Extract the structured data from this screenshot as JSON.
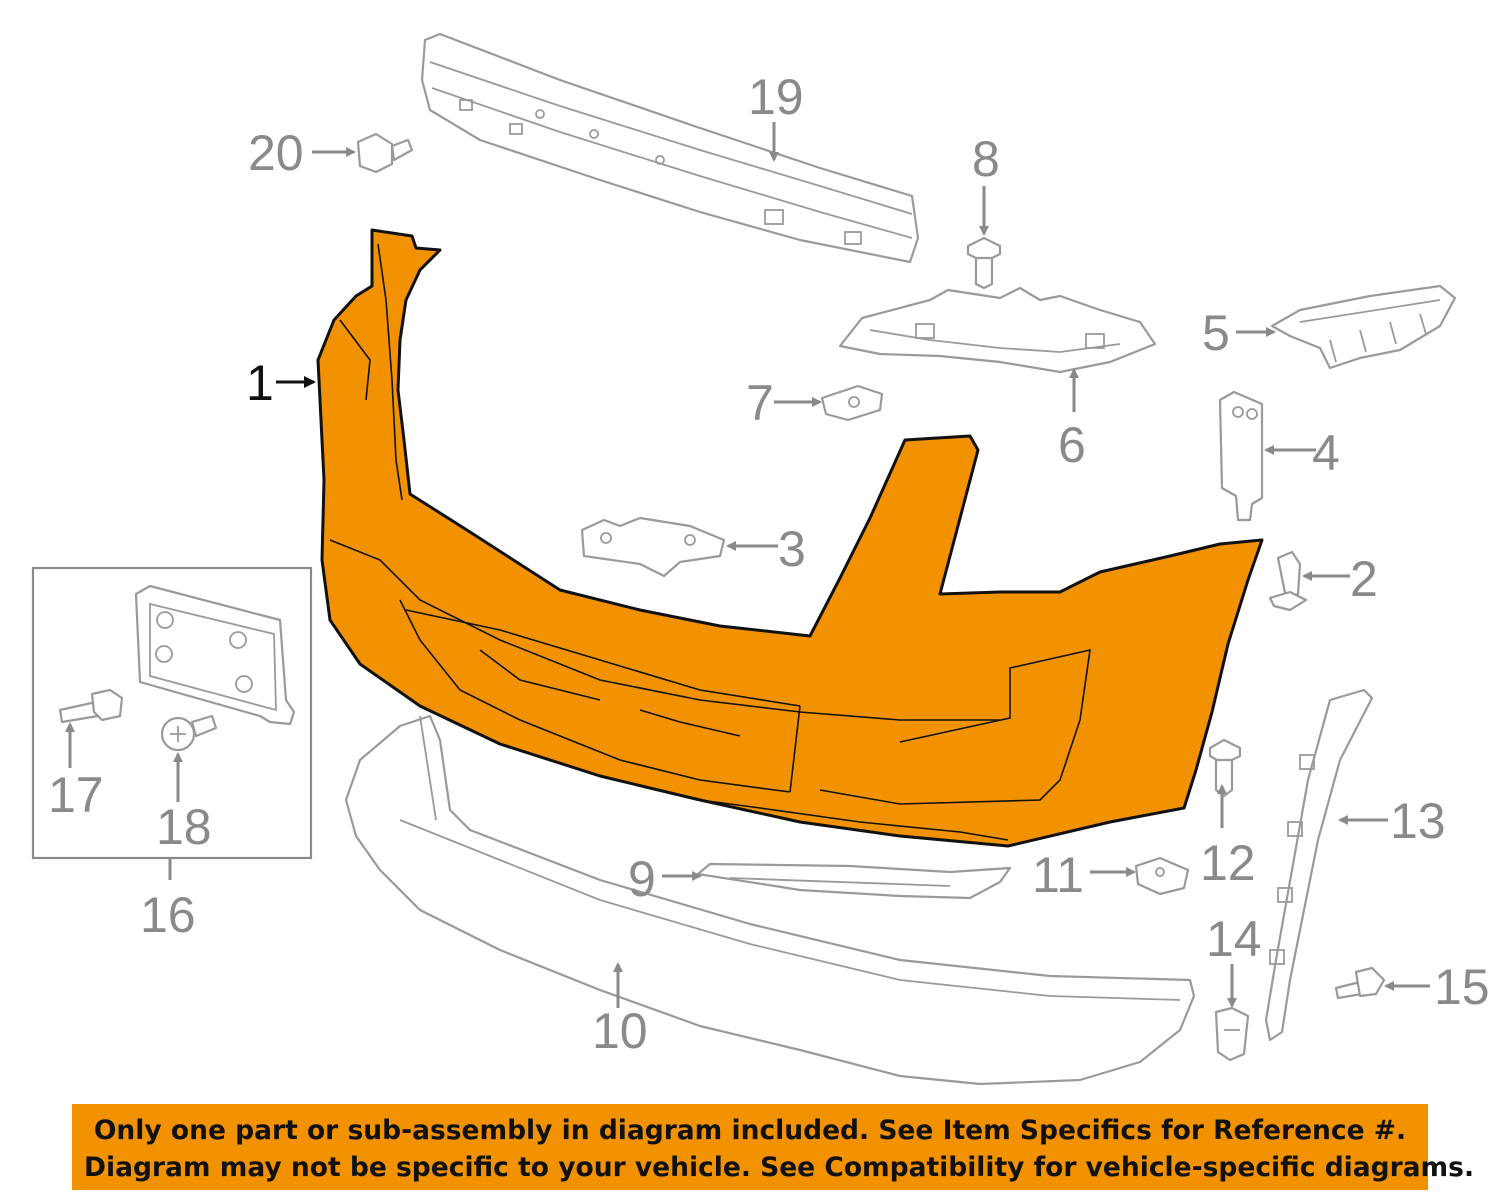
{
  "diagram": {
    "callouts": {
      "c1": "1",
      "c2": "2",
      "c3": "3",
      "c4": "4",
      "c5": "5",
      "c6": "6",
      "c7": "7",
      "c8": "8",
      "c9": "9",
      "c10": "10",
      "c11": "11",
      "c12": "12",
      "c13": "13",
      "c14": "14",
      "c15": "15",
      "c16": "16",
      "c17": "17",
      "c18": "18",
      "c19": "19",
      "c20": "20"
    },
    "colors": {
      "highlight": "#f39200",
      "outline": "#9a9a9a",
      "banner": "#f39200"
    }
  },
  "disclaimer": {
    "line1": "Only one part or sub-assembly in diagram included. See Item Specifics for Reference #.",
    "line2": "Diagram may not be specific to your vehicle. See Compatibility for vehicle-specific diagrams."
  }
}
